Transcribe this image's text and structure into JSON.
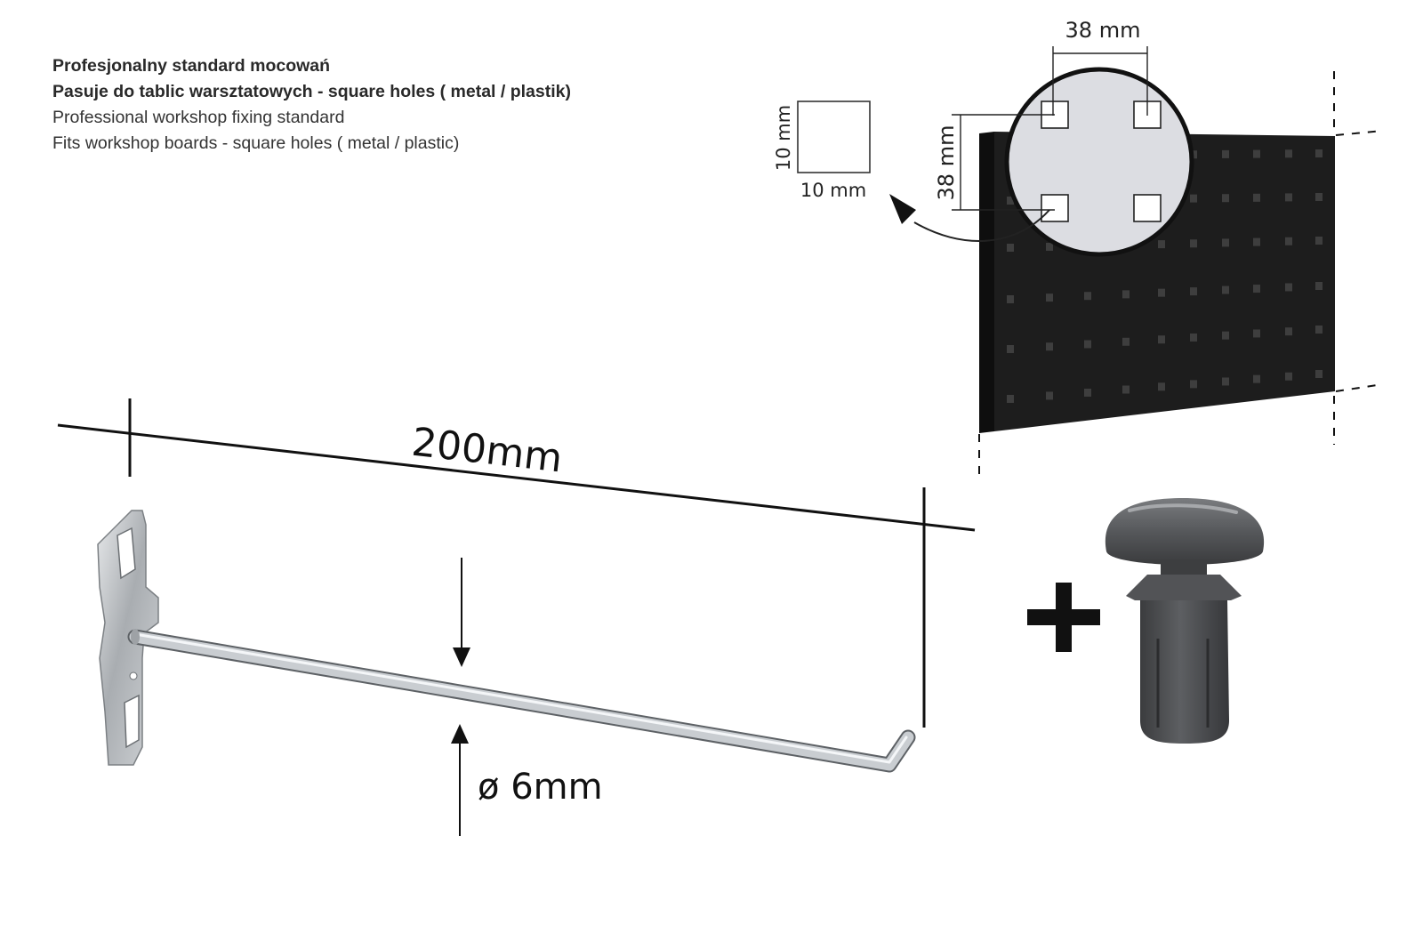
{
  "description": {
    "line1": "Profesjonalny standard mocowań",
    "line2": "Pasuje do tablic warsztatowych - square holes ( metal / plastik)",
    "line3": "Professional workshop fixing standard",
    "line4": "Fits workshop  boards - square holes ( metal / plastic)"
  },
  "hook": {
    "length_label": "200mm",
    "diameter_label": "ø 6mm"
  },
  "hole_spec": {
    "width_label": "10 mm",
    "height_label": "10 mm"
  },
  "hole_spacing": {
    "horizontal_label": "38 mm",
    "vertical_label": "38 mm"
  },
  "accessory": {
    "plus_symbol": "+"
  },
  "colors": {
    "board": "#1d1d1d",
    "board_hole": "#3c3c3c",
    "magnifier_fill": "#dcdde2",
    "hook_metal": "#c4c8cc",
    "anchor_plastic": "#4b4c4e"
  }
}
